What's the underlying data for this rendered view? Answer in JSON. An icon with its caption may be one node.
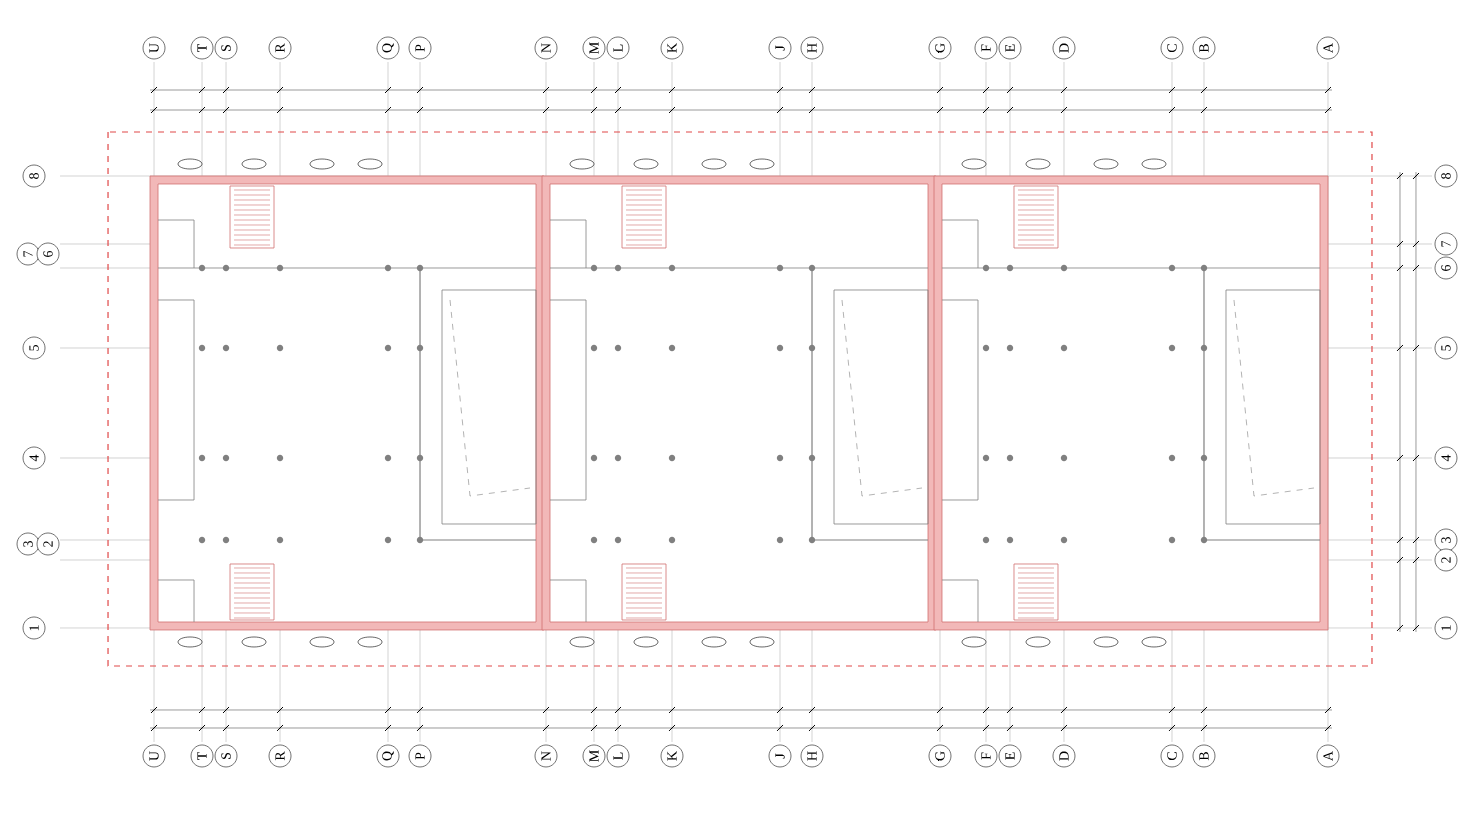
{
  "diagram": {
    "labels": [
      "U",
      "T",
      "S",
      "R",
      "Q",
      "P",
      "N",
      "M",
      "L",
      "K",
      "J",
      "H",
      "G",
      "F",
      "E",
      "D",
      "C",
      "B",
      "A",
      "8",
      "7",
      "6",
      "5",
      "4",
      "3",
      "2",
      "1",
      "8",
      "7",
      "6",
      "5",
      "4",
      "3",
      "2",
      "1",
      "U",
      "T",
      "S",
      "R",
      "Q",
      "P",
      "N",
      "M",
      "L",
      "K",
      "J",
      "H",
      "G",
      "F",
      "E",
      "D",
      "C",
      "B",
      "A"
    ]
  }
}
